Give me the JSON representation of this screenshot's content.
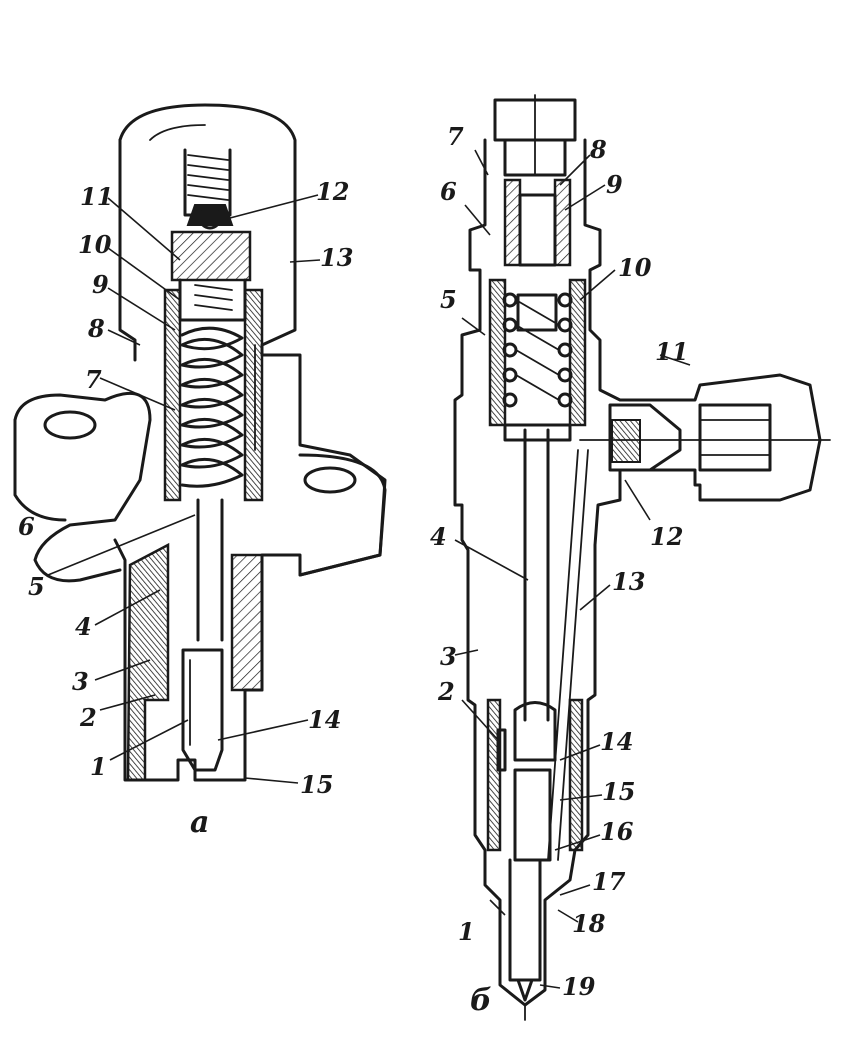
{
  "figure_a": {
    "caption": "а",
    "labels": {
      "l1": "1",
      "l2": "2",
      "l3": "3",
      "l4": "4",
      "l5": "5",
      "l6": "6",
      "l7": "7",
      "l8": "8",
      "l9": "9",
      "l10": "10",
      "l11": "11",
      "l12": "12",
      "l13": "13",
      "l14": "14",
      "l15": "15"
    }
  },
  "figure_b": {
    "caption": "б",
    "labels": {
      "l1": "1",
      "l2": "2",
      "l3": "3",
      "l4": "4",
      "l5": "5",
      "l6": "6",
      "l7": "7",
      "l8": "8",
      "l9": "9",
      "l10": "10",
      "l11": "11",
      "l12": "12",
      "l13": "13",
      "l14": "14",
      "l15": "15",
      "l16": "16",
      "l17": "17",
      "l18": "18",
      "l19": "19"
    }
  }
}
